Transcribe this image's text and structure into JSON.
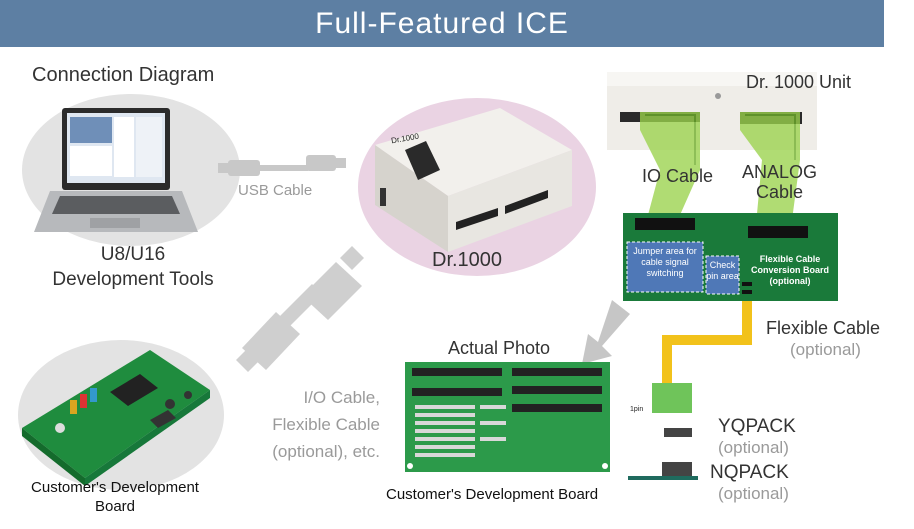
{
  "banner": {
    "title": "Full-Featured ICE"
  },
  "heading": "Connection Diagram",
  "laptop": {
    "caption_line1": "U8/U16",
    "caption_line2": "Development Tools"
  },
  "usb_cable_label": "USB Cable",
  "dr1000": {
    "label": "Dr.1000",
    "box_print": "Dr.1000"
  },
  "unit_label": "Dr. 1000 Unit",
  "io_cable_label": "IO Cable",
  "analog_cable_label_line1": "ANALOG",
  "analog_cable_label_line2": "Cable",
  "conversion_board": {
    "jumper_area": "Jumper area for cable signal switching",
    "check_pin_area": "Check pin area",
    "title_line1": "Flexible Cable",
    "title_line2": "Conversion Board",
    "title_line3": "(optional)"
  },
  "flexible_cable": {
    "label": "Flexible Cable",
    "sub": "(optional)"
  },
  "actual_photo_label": "Actual Photo",
  "io_cable_note": {
    "line1": "I/O Cable,",
    "line2": "Flexible Cable",
    "line3": "(optional), etc."
  },
  "customer_board_left": {
    "line1": "Customer's Development",
    "line2": "Board"
  },
  "customer_board_photo_label": "Customer's Development Board",
  "yqpack": {
    "label": "YQPACK",
    "sub": "(optional)"
  },
  "nqpack": {
    "label": "NQPACK",
    "sub": "(optional)"
  },
  "pin_label": "1pin",
  "colors": {
    "banner": "#5d7fa3",
    "board_green": "#1a7a3a",
    "cable_green": "#9bd34c",
    "flex_cable": "#f2c21b",
    "pink": "#ead3e3",
    "grey_blob": "#e3e3e3"
  }
}
